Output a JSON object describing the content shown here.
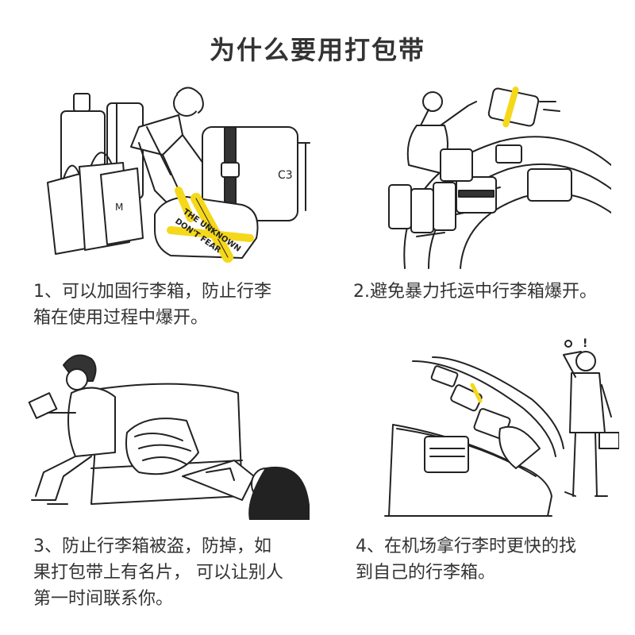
{
  "title": "为什么要用打包带",
  "items": [
    {
      "lines": [
        "1、可以加固行李箱，防止行李",
        "箱在使用过程中爆开。"
      ],
      "illustration_text": [
        "DON'T FEAR",
        "THE UNKNOWN"
      ]
    },
    {
      "lines": [
        "2.避免暴力托运中行李箱爆开。"
      ]
    },
    {
      "lines": [
        "3、防止行李箱被盗，防掉，如",
        "果打包带上有名片， 可以让别人",
        "第一时间联系你。"
      ]
    },
    {
      "lines": [
        "4、在机场拿行李时更快的找",
        "到自己的行李箱。"
      ]
    }
  ],
  "colors": {
    "strap": "#f5d81a",
    "ink": "#222222",
    "text": "#333333"
  }
}
